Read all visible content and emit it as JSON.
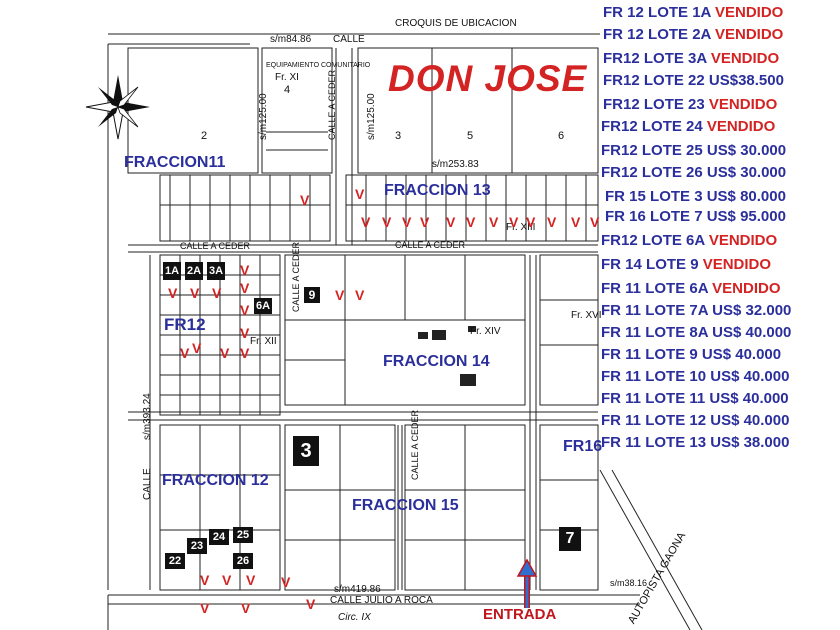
{
  "header": {
    "croquis": "CROQUIS DE UBICACION",
    "title": "DON JOSE"
  },
  "sales": [
    {
      "code": "FR 12",
      "lot": "LOTE 1A",
      "status": "VENDIDO",
      "price": ""
    },
    {
      "code": "FR 12",
      "lot": "LOTE 2A",
      "status": "VENDIDO",
      "price": ""
    },
    {
      "code": "FR12",
      "lot": "LOTE 3A",
      "status": "VENDIDO",
      "price": ""
    },
    {
      "code": "FR12",
      "lot": "LOTE 22",
      "status": "",
      "price": "US$38.500"
    },
    {
      "code": "FR12",
      "lot": "LOTE 23",
      "status": "VENDIDO",
      "price": ""
    },
    {
      "code": "FR12",
      "lot": "LOTE 24",
      "status": "VENDIDO",
      "price": ""
    },
    {
      "code": "FR12",
      "lot": "LOTE 25",
      "status": "",
      "price": "US$ 30.000"
    },
    {
      "code": "FR12",
      "lot": "LOTE 26",
      "status": "",
      "price": "US$ 30.000"
    },
    {
      "code": "FR 15",
      "lot": "LOTE  3",
      "status": "",
      "price": "US$ 80.000"
    },
    {
      "code": "FR 16",
      "lot": "LOTE 7",
      "status": "",
      "price": "US$ 95.000"
    },
    {
      "code": "FR12",
      "lot": "LOTE 6A",
      "status": "VENDIDO",
      "price": ""
    },
    {
      "code": "FR 14",
      "lot": "LOTE 9",
      "status": "VENDIDO",
      "price": ""
    },
    {
      "code": "FR 11",
      "lot": "LOTE 6A",
      "status": "VENDIDO",
      "price": ""
    },
    {
      "code": "FR 11",
      "lot": "LOTE 7A",
      "status": "",
      "price": "US$ 32.000"
    },
    {
      "code": "FR 11",
      "lot": "LOTE 8A",
      "status": "",
      "price": "US$ 40.000"
    },
    {
      "code": "FR 11",
      "lot": "LOTE 9",
      "status": "",
      "price": "US$ 40.000"
    },
    {
      "code": "FR 11",
      "lot": "LOTE 10",
      "status": "",
      "price": "US$ 40.000"
    },
    {
      "code": "FR 11",
      "lot": "LOTE 11",
      "status": "",
      "price": "US$  40.000"
    },
    {
      "code": "FR 11",
      "lot": "LOTE 12",
      "status": "",
      "price": "US$  40.000"
    },
    {
      "code": "FR 11",
      "lot": "LOTE 13",
      "status": "",
      "price": "US$  38.000"
    }
  ],
  "fractions": {
    "f11": "FRACCION11",
    "f12a": "FR12",
    "f12b": "FRACCION 12",
    "f13": "FRACCION 13",
    "f14": "FRACCION 14",
    "f15": "FRACCION 15",
    "f16": "FR16"
  },
  "streets": {
    "calle_top": "CALLE",
    "calle_top_m": "s/m84.86",
    "ceder1": "CALLE A CEDER",
    "ceder2": "CALLE A CEDER",
    "ceder3": "CALLE A CEDER",
    "ceder4": "CALLE A CEDER",
    "ceder5": "CALLE A CEDER",
    "roca": "CALLE JULIO A ROCA",
    "circ": "Circ. IX",
    "autopista": "AUTOPISTA GAONA",
    "sm25383": "s/m253.83",
    "sm41986": "s/m419.86",
    "sm39324": "s/m393.24",
    "sm125a": "s/m125.00",
    "sm125b": "s/m125.00",
    "calle_left": "CALLE",
    "sm3816": "s/m38.16"
  },
  "parcels": {
    "p2": "2",
    "p3": "3",
    "p4": "4",
    "p5": "5",
    "p6": "6",
    "frXI": "Fr. XI",
    "frXII": "Fr. XII",
    "frXIII": "Fr. XIII",
    "frXIV": "Fr. XIV",
    "frXVI": "Fr. XVI",
    "equip": "EQUIPAMIENTO COMUNITARIO"
  },
  "sold_mark": "V",
  "lot_tags": {
    "t1a": "1A",
    "t2a": "2A",
    "t3a": "3A",
    "t6a": "6A",
    "t9": "9",
    "t3": "3",
    "t22": "22",
    "t23": "23",
    "t24": "24",
    "t25": "25",
    "t26": "26",
    "t7": "7"
  },
  "entrance": "ENTRADA",
  "colors": {
    "blue": "#2b2f9c",
    "red": "#d42323",
    "arrow": "#2f6fd0"
  }
}
